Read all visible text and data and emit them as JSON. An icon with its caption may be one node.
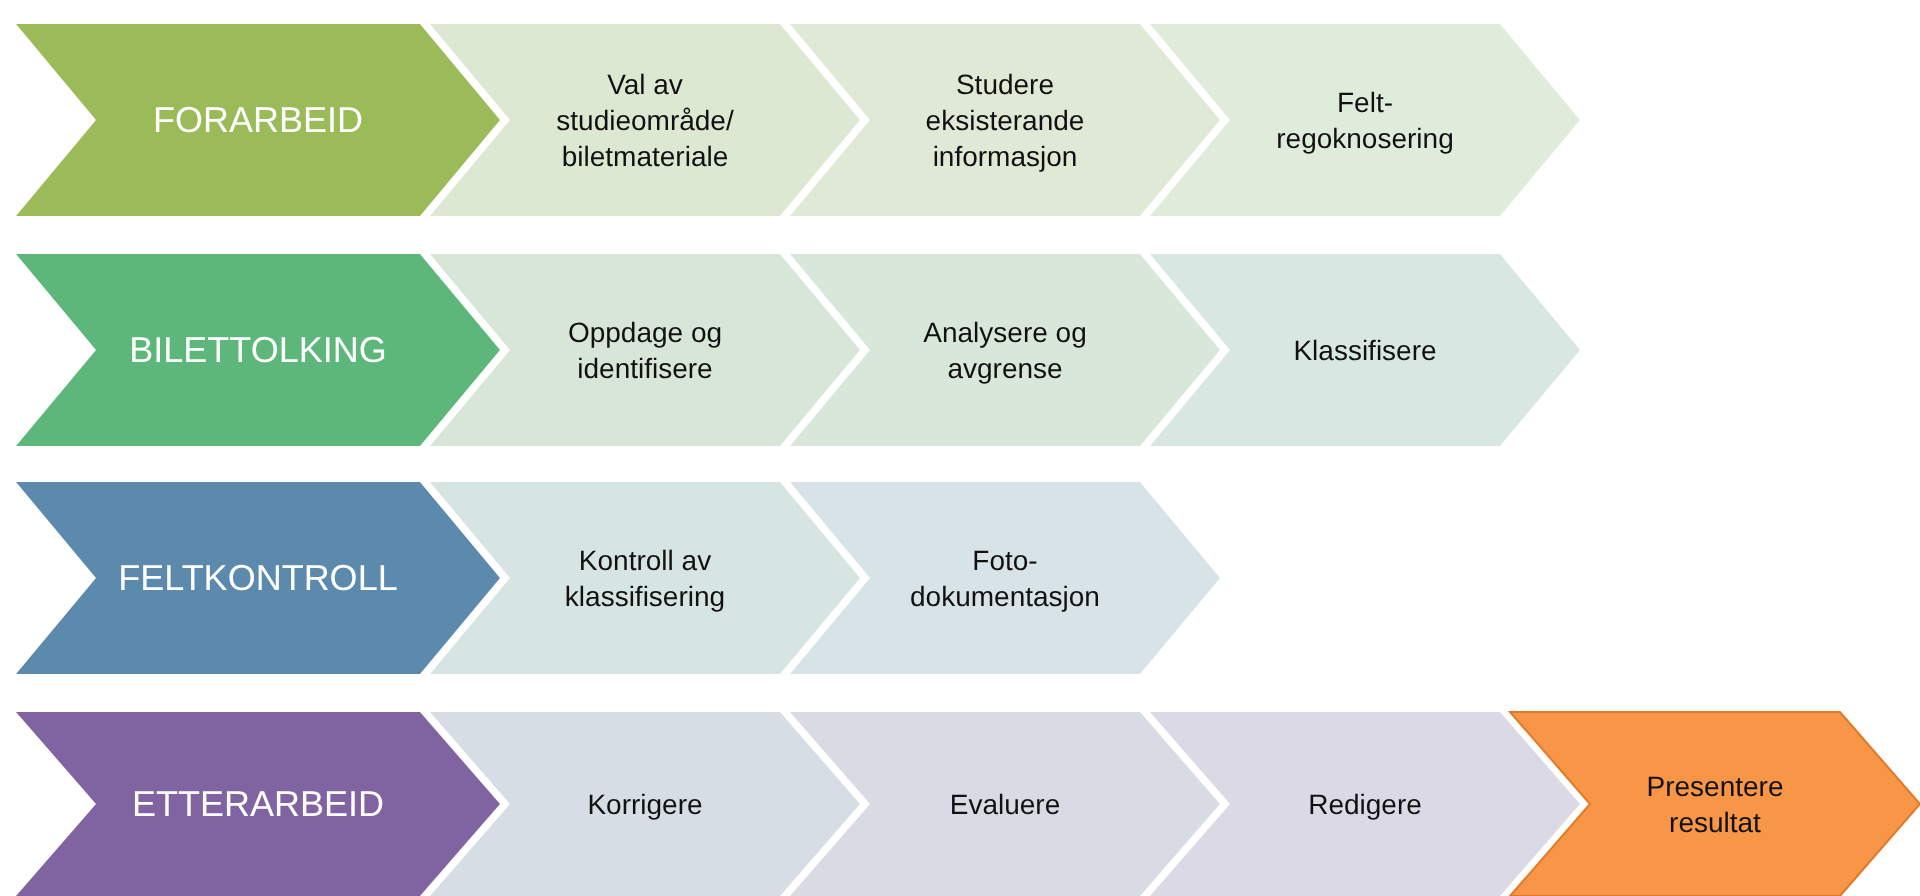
{
  "diagram": {
    "nodes": [
      {
        "text": [
          "FORARBEID"
        ]
      },
      {
        "text": [
          "Val av studieområde/ biletmateriale"
        ]
      },
      {
        "text": [
          "Studere eksisterande informasjon"
        ]
      },
      {
        "text": [
          "Felt- regoknosering"
        ]
      },
      {
        "text": [
          "BILETTOLKING"
        ]
      },
      {
        "text": [
          "Oppdage og identifisere"
        ]
      },
      {
        "text": [
          "Analysere og avgrense"
        ]
      },
      {
        "text": [
          "Klassifisere"
        ]
      },
      {
        "text": [
          "FELTKONTROLL"
        ]
      },
      {
        "text": [
          "Kontroll av klassifisering"
        ]
      },
      {
        "text": [
          "Foto- dokumentasjon"
        ]
      },
      {
        "text": [
          "ETTERARBEID"
        ]
      },
      {
        "text": [
          "Korrigere"
        ]
      },
      {
        "text": [
          "Evaluere"
        ]
      },
      {
        "text": [
          "Redigere"
        ]
      },
      {
        "text": [
          "Presentere resultat"
        ]
      }
    ],
    "edges": []
  }
}
